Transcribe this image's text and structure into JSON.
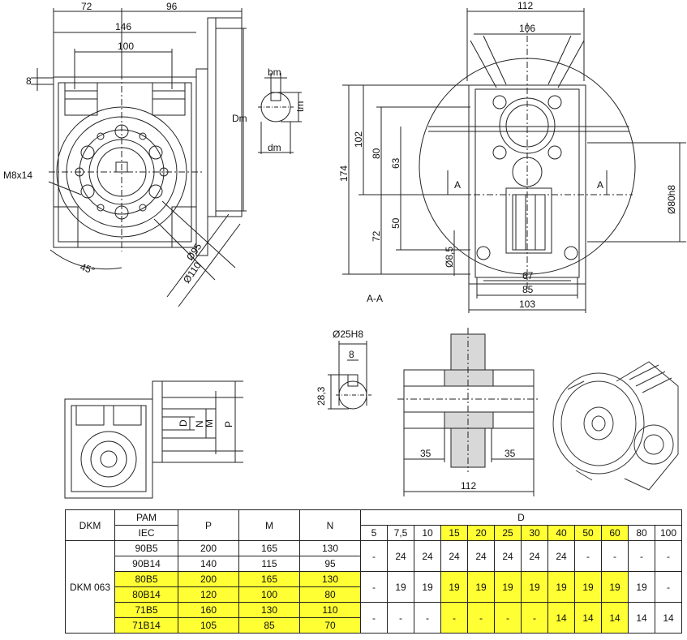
{
  "drawing": {
    "front_view": {
      "dim_72": "72",
      "dim_96": "96",
      "dim_146": "146",
      "dim_100": "100",
      "dim_8": "8",
      "dim_Dm": "Dm",
      "thread_label": "M8x14",
      "dim_d95": "Ø95",
      "dim_d110": "Ø110",
      "angle_45": "45°"
    },
    "shaft_key_detail": {
      "label_bm": "bm",
      "label_tm": "tm",
      "label_dm": "dm"
    },
    "side_view": {
      "dim_112": "112",
      "dim_106": "106",
      "dim_102": "102",
      "dim_174": "174",
      "dim_80": "80",
      "dim_63": "63",
      "dim_50": "50",
      "dim_72": "72",
      "dim_d8_5": "Ø8,5",
      "dim_67": "67",
      "dim_85": "85",
      "dim_103": "103",
      "dim_d80h8": "Ø80h8",
      "section_A_left": "A",
      "section_A_right": "A",
      "section_label": "A-A"
    },
    "bore_detail": {
      "dim_d25h8": "Ø25H8",
      "dim_8": "8",
      "dim_28_3": "28,3"
    },
    "flange_view": {
      "label_D": "D",
      "label_N": "N",
      "label_M": "M",
      "label_P": "P"
    },
    "hollow_shaft": {
      "dim_35_left": "35",
      "dim_35_right": "35",
      "dim_112": "112"
    }
  },
  "table": {
    "headers": {
      "dkm": "DKM",
      "pam": "PAM",
      "iec": "IEC",
      "p": "P",
      "m": "M",
      "n": "N",
      "d": "D"
    },
    "ratio_headers": [
      {
        "value": "5",
        "highlight": false
      },
      {
        "value": "7,5",
        "highlight": false
      },
      {
        "value": "10",
        "highlight": false
      },
      {
        "value": "15",
        "highlight": true
      },
      {
        "value": "20",
        "highlight": true
      },
      {
        "value": "25",
        "highlight": true
      },
      {
        "value": "30",
        "highlight": true
      },
      {
        "value": "40",
        "highlight": true
      },
      {
        "value": "50",
        "highlight": true
      },
      {
        "value": "60",
        "highlight": true
      },
      {
        "value": "80",
        "highlight": false
      },
      {
        "value": "100",
        "highlight": false
      }
    ],
    "model": "DKM 063",
    "flange_rows": [
      {
        "iec": "90B5",
        "p": "200",
        "m": "165",
        "n": "130",
        "highlight": false
      },
      {
        "iec": "90B14",
        "p": "140",
        "m": "115",
        "n": "95",
        "highlight": false
      },
      {
        "iec": "80B5",
        "p": "200",
        "m": "165",
        "n": "130",
        "highlight": true
      },
      {
        "iec": "80B14",
        "p": "120",
        "m": "100",
        "n": "80",
        "highlight": true
      },
      {
        "iec": "71B5",
        "p": "160",
        "m": "130",
        "n": "110",
        "highlight": true
      },
      {
        "iec": "71B14",
        "p": "105",
        "m": "85",
        "n": "70",
        "highlight": true
      }
    ],
    "bore_groups": [
      {
        "values": [
          "-",
          "24",
          "24",
          "24",
          "24",
          "24",
          "24",
          "24",
          "-",
          "-",
          "-",
          "-"
        ],
        "highlight": [
          false,
          false,
          false,
          false,
          false,
          false,
          false,
          false,
          false,
          false,
          false,
          false
        ]
      },
      {
        "values": [
          "-",
          "19",
          "19",
          "19",
          "19",
          "19",
          "19",
          "19",
          "19",
          "19",
          "19",
          "-"
        ],
        "highlight": [
          false,
          false,
          false,
          true,
          true,
          true,
          true,
          true,
          true,
          true,
          false,
          false
        ]
      },
      {
        "values": [
          "-",
          "-",
          "-",
          "-",
          "-",
          "-",
          "-",
          "14",
          "14",
          "14",
          "14",
          "14"
        ],
        "highlight": [
          false,
          false,
          false,
          true,
          true,
          true,
          true,
          true,
          true,
          true,
          false,
          false
        ]
      }
    ],
    "highlight_color": "#ffff33"
  }
}
